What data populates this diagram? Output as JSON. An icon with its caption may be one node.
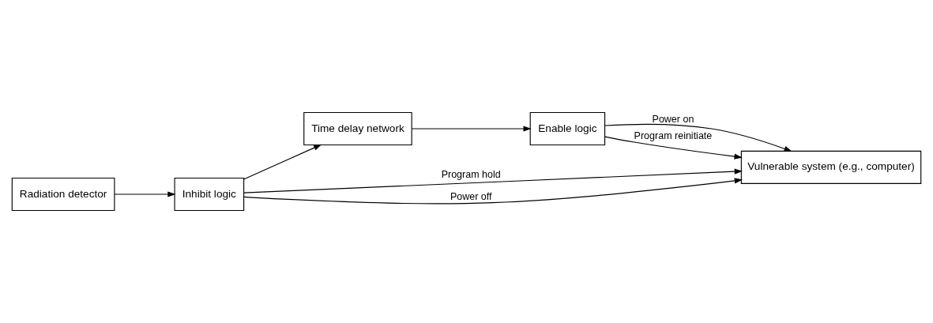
{
  "diagram": {
    "nodes": [
      {
        "text": [
          "Radiation detector"
        ]
      },
      {
        "text": [
          "Inhibit logic"
        ]
      },
      {
        "text": [
          "Time delay network"
        ]
      },
      {
        "text": [
          "Enable logic"
        ]
      },
      {
        "text": [
          "Vulnerable system (e.g., computer)"
        ]
      }
    ],
    "edges": [
      {
        "from": 0,
        "to": 1,
        "arrow": "to"
      },
      {
        "from": 1,
        "to": 2,
        "arrow": "to"
      },
      {
        "from": 2,
        "to": 3,
        "arrow": "to"
      },
      {
        "from": 1,
        "to": 4,
        "arrow": "to",
        "label": "Program hold"
      },
      {
        "from": 1,
        "to": 4,
        "arrow": "to",
        "label": "Power off"
      },
      {
        "from": 3,
        "to": 4,
        "arrow": "to",
        "label": "Power on"
      },
      {
        "from": 3,
        "to": 4,
        "arrow": "to",
        "label": "Program reinitiate"
      }
    ]
  }
}
